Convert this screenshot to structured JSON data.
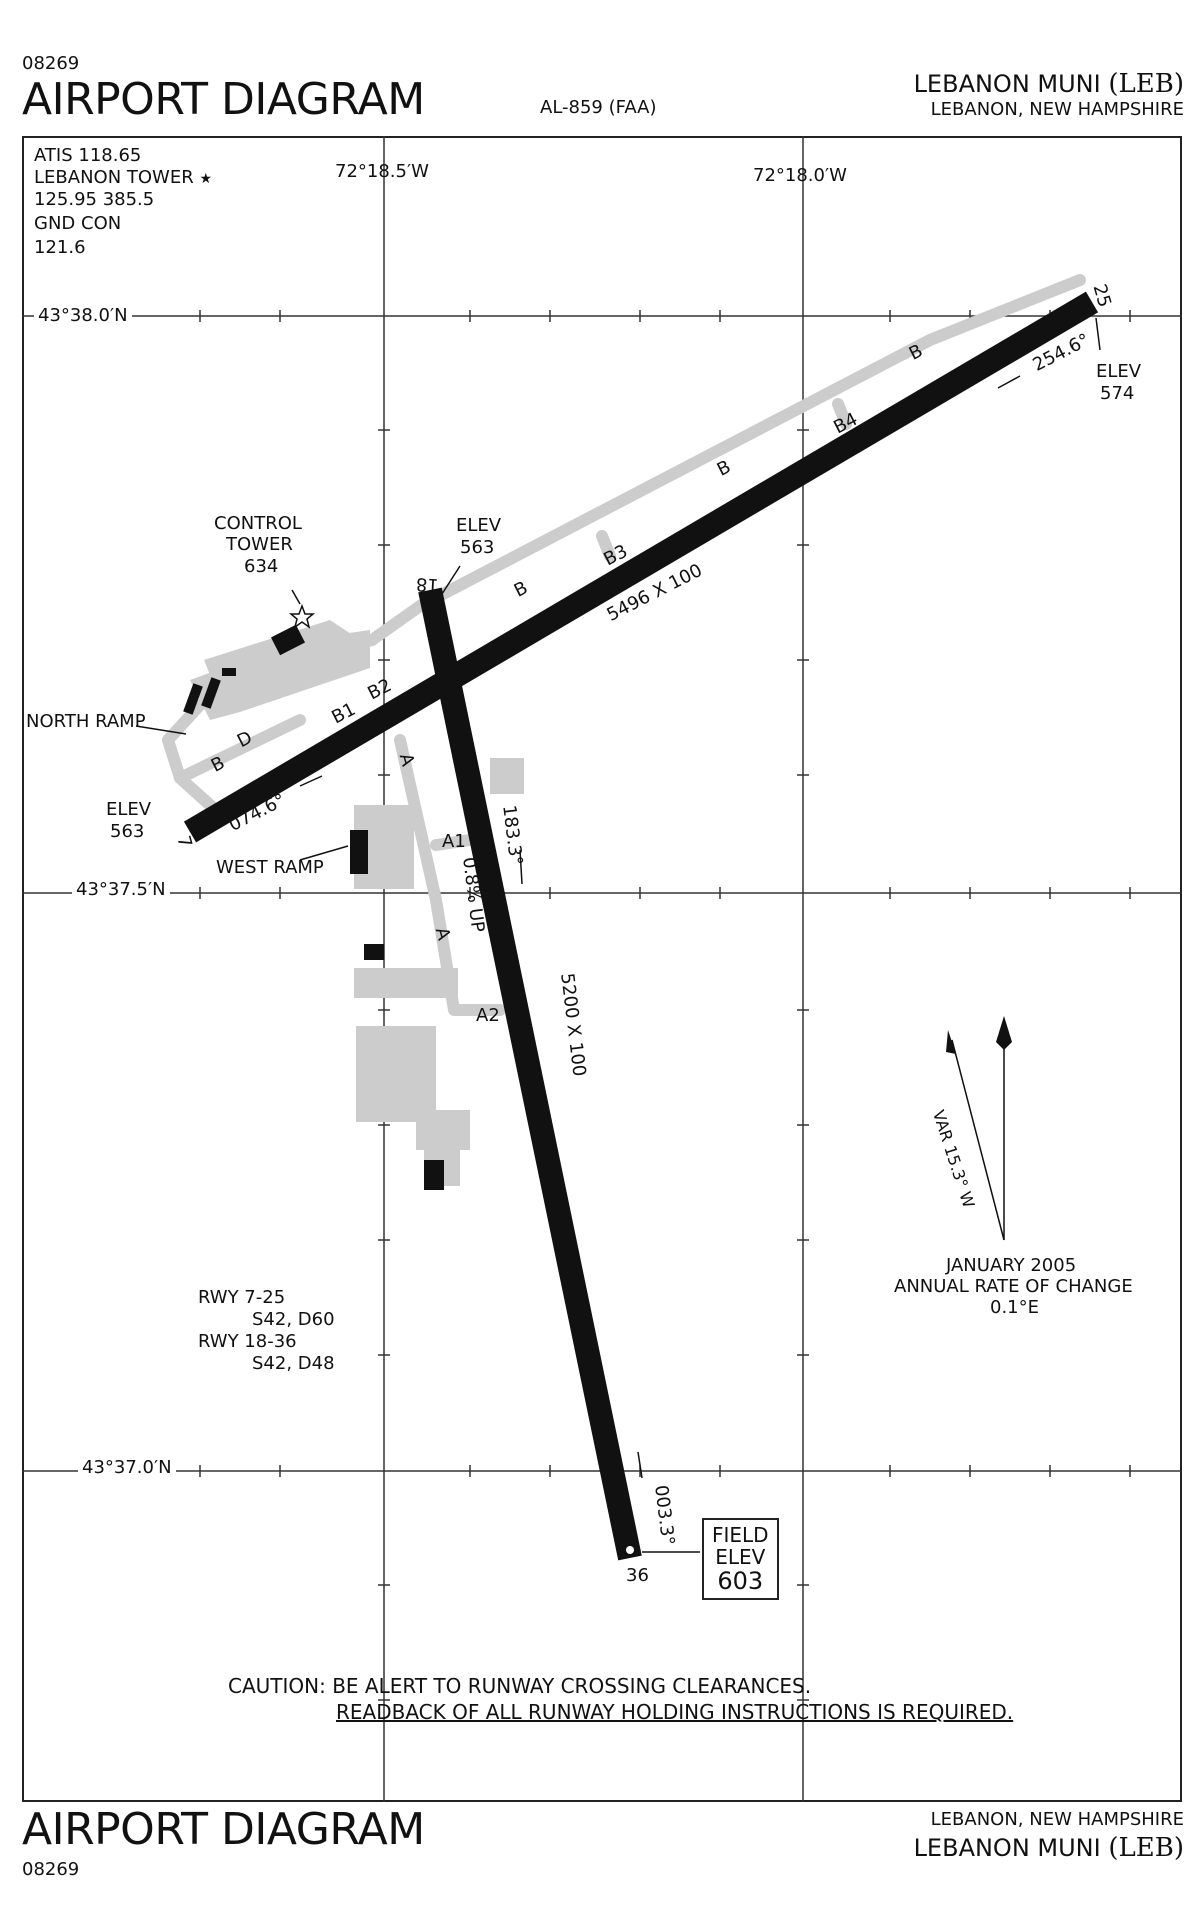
{
  "header": {
    "code": "08269",
    "title": "AIRPORT DIAGRAM",
    "procedure": "AL-859 (FAA)",
    "airport_name": "LEBANON MUNI",
    "airport_id": "(LEB)",
    "location": "LEBANON, NEW HAMPSHIRE"
  },
  "freq": {
    "atis": "ATIS 118.65",
    "tower": "LEBANON TOWER",
    "tower_star": "★",
    "tower_freqs": "125.95  385.5",
    "gnd": "GND CON",
    "gnd_freq": "121.6"
  },
  "grid": {
    "lon_w": "72°18.5′W",
    "lon_e": "72°18.0′W",
    "lat_top": "43°38.0′N",
    "lat_mid": "43°37.5′N",
    "lat_bot": "43°37.0′N"
  },
  "runways": {
    "rwy_7_end": "7",
    "rwy_25_end": "25",
    "rwy_18_end": "18",
    "rwy_36_end": "36",
    "rwy_7_25_dims": "5496 X 100",
    "rwy_18_36_dims": "5200 X 100",
    "hdg_074": "074.6°",
    "hdg_254": "254.6°",
    "hdg_183": "183.3°",
    "hdg_003": "003.3°",
    "slope": "0.8% UP"
  },
  "elevations": {
    "elev_label": "ELEV",
    "elev_25": "574",
    "elev_18": "563",
    "elev_7": "563",
    "field_label_1": "FIELD",
    "field_label_2": "ELEV",
    "field_elev": "603"
  },
  "taxiways": {
    "b": "B",
    "b1": "B1",
    "b2": "B2",
    "b3": "B3",
    "b4": "B4",
    "d": "D",
    "a": "A",
    "a1": "A1",
    "a2": "A2"
  },
  "features": {
    "tower_line1": "CONTROL",
    "tower_line2": "TOWER",
    "tower_elev": "634",
    "north_ramp": "NORTH RAMP",
    "west_ramp": "WEST RAMP"
  },
  "strength": {
    "rwy_7_25": "RWY 7-25",
    "rwy_7_25_val": "S42, D60",
    "rwy_18_36": "RWY 18-36",
    "rwy_18_36_val": "S42, D48"
  },
  "magvar": {
    "var": "VAR 15.3° W",
    "date": "JANUARY 2005",
    "rate_label": "ANNUAL RATE OF CHANGE",
    "rate": "0.1°E"
  },
  "caution": {
    "line1": "CAUTION: BE ALERT TO RUNWAY CROSSING CLEARANCES.",
    "line2": "READBACK OF ALL RUNWAY HOLDING INSTRUCTIONS IS REQUIRED."
  },
  "footer": {
    "title": "AIRPORT DIAGRAM",
    "code": "08269",
    "location": "LEBANON, NEW HAMPSHIRE",
    "airport_name": "LEBANON MUNI",
    "airport_id": "(LEB)"
  },
  "colors": {
    "runway": "#111111",
    "taxiway": "#cccccc",
    "grid": "#333333"
  }
}
